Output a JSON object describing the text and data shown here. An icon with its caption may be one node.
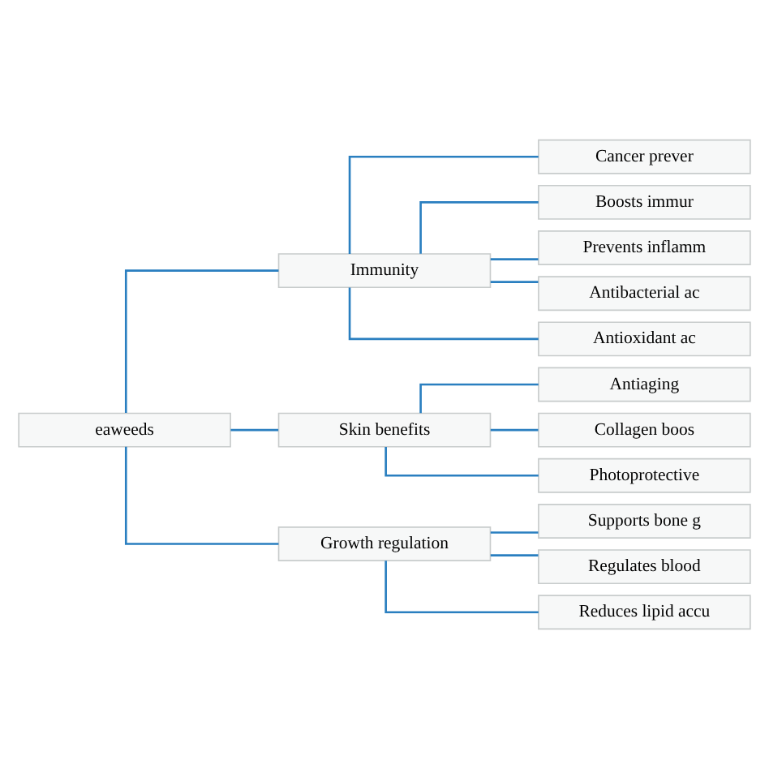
{
  "diagram": {
    "nodes": [
      {
        "text": [
          "eaweeds"
        ]
      },
      {
        "text": [
          "Immunity"
        ]
      },
      {
        "text": [
          "Cancer prever"
        ]
      },
      {
        "text": [
          "Boosts immur"
        ]
      },
      {
        "text": [
          "Prevents inflamm"
        ]
      },
      {
        "text": [
          "Antibacterial ac"
        ]
      },
      {
        "text": [
          "Antioxidant ac"
        ]
      },
      {
        "text": [
          "Skin benefits"
        ]
      },
      {
        "text": [
          "Antiaging"
        ]
      },
      {
        "text": [
          "Collagen boos"
        ]
      },
      {
        "text": [
          "Photoprotective"
        ]
      },
      {
        "text": [
          "Growth regulation"
        ]
      },
      {
        "text": [
          "Supports bone g"
        ]
      },
      {
        "text": [
          "Regulates blood"
        ]
      },
      {
        "text": [
          "Reduces lipid accu"
        ]
      }
    ],
    "edges": [
      {
        "from": 0,
        "to": 1,
        "arrow": "none"
      },
      {
        "from": 0,
        "to": 7,
        "arrow": "none"
      },
      {
        "from": 0,
        "to": 11,
        "arrow": "none"
      },
      {
        "from": 1,
        "to": 2,
        "arrow": "none"
      },
      {
        "from": 1,
        "to": 3,
        "arrow": "none"
      },
      {
        "from": 1,
        "to": 4,
        "arrow": "none"
      },
      {
        "from": 1,
        "to": 5,
        "arrow": "none"
      },
      {
        "from": 1,
        "to": 6,
        "arrow": "none"
      },
      {
        "from": 7,
        "to": 8,
        "arrow": "none"
      },
      {
        "from": 7,
        "to": 9,
        "arrow": "none"
      },
      {
        "from": 7,
        "to": 10,
        "arrow": "none"
      },
      {
        "from": 11,
        "to": 12,
        "arrow": "none"
      },
      {
        "from": 11,
        "to": 13,
        "arrow": "none"
      },
      {
        "from": 11,
        "to": 14,
        "arrow": "none"
      }
    ]
  }
}
